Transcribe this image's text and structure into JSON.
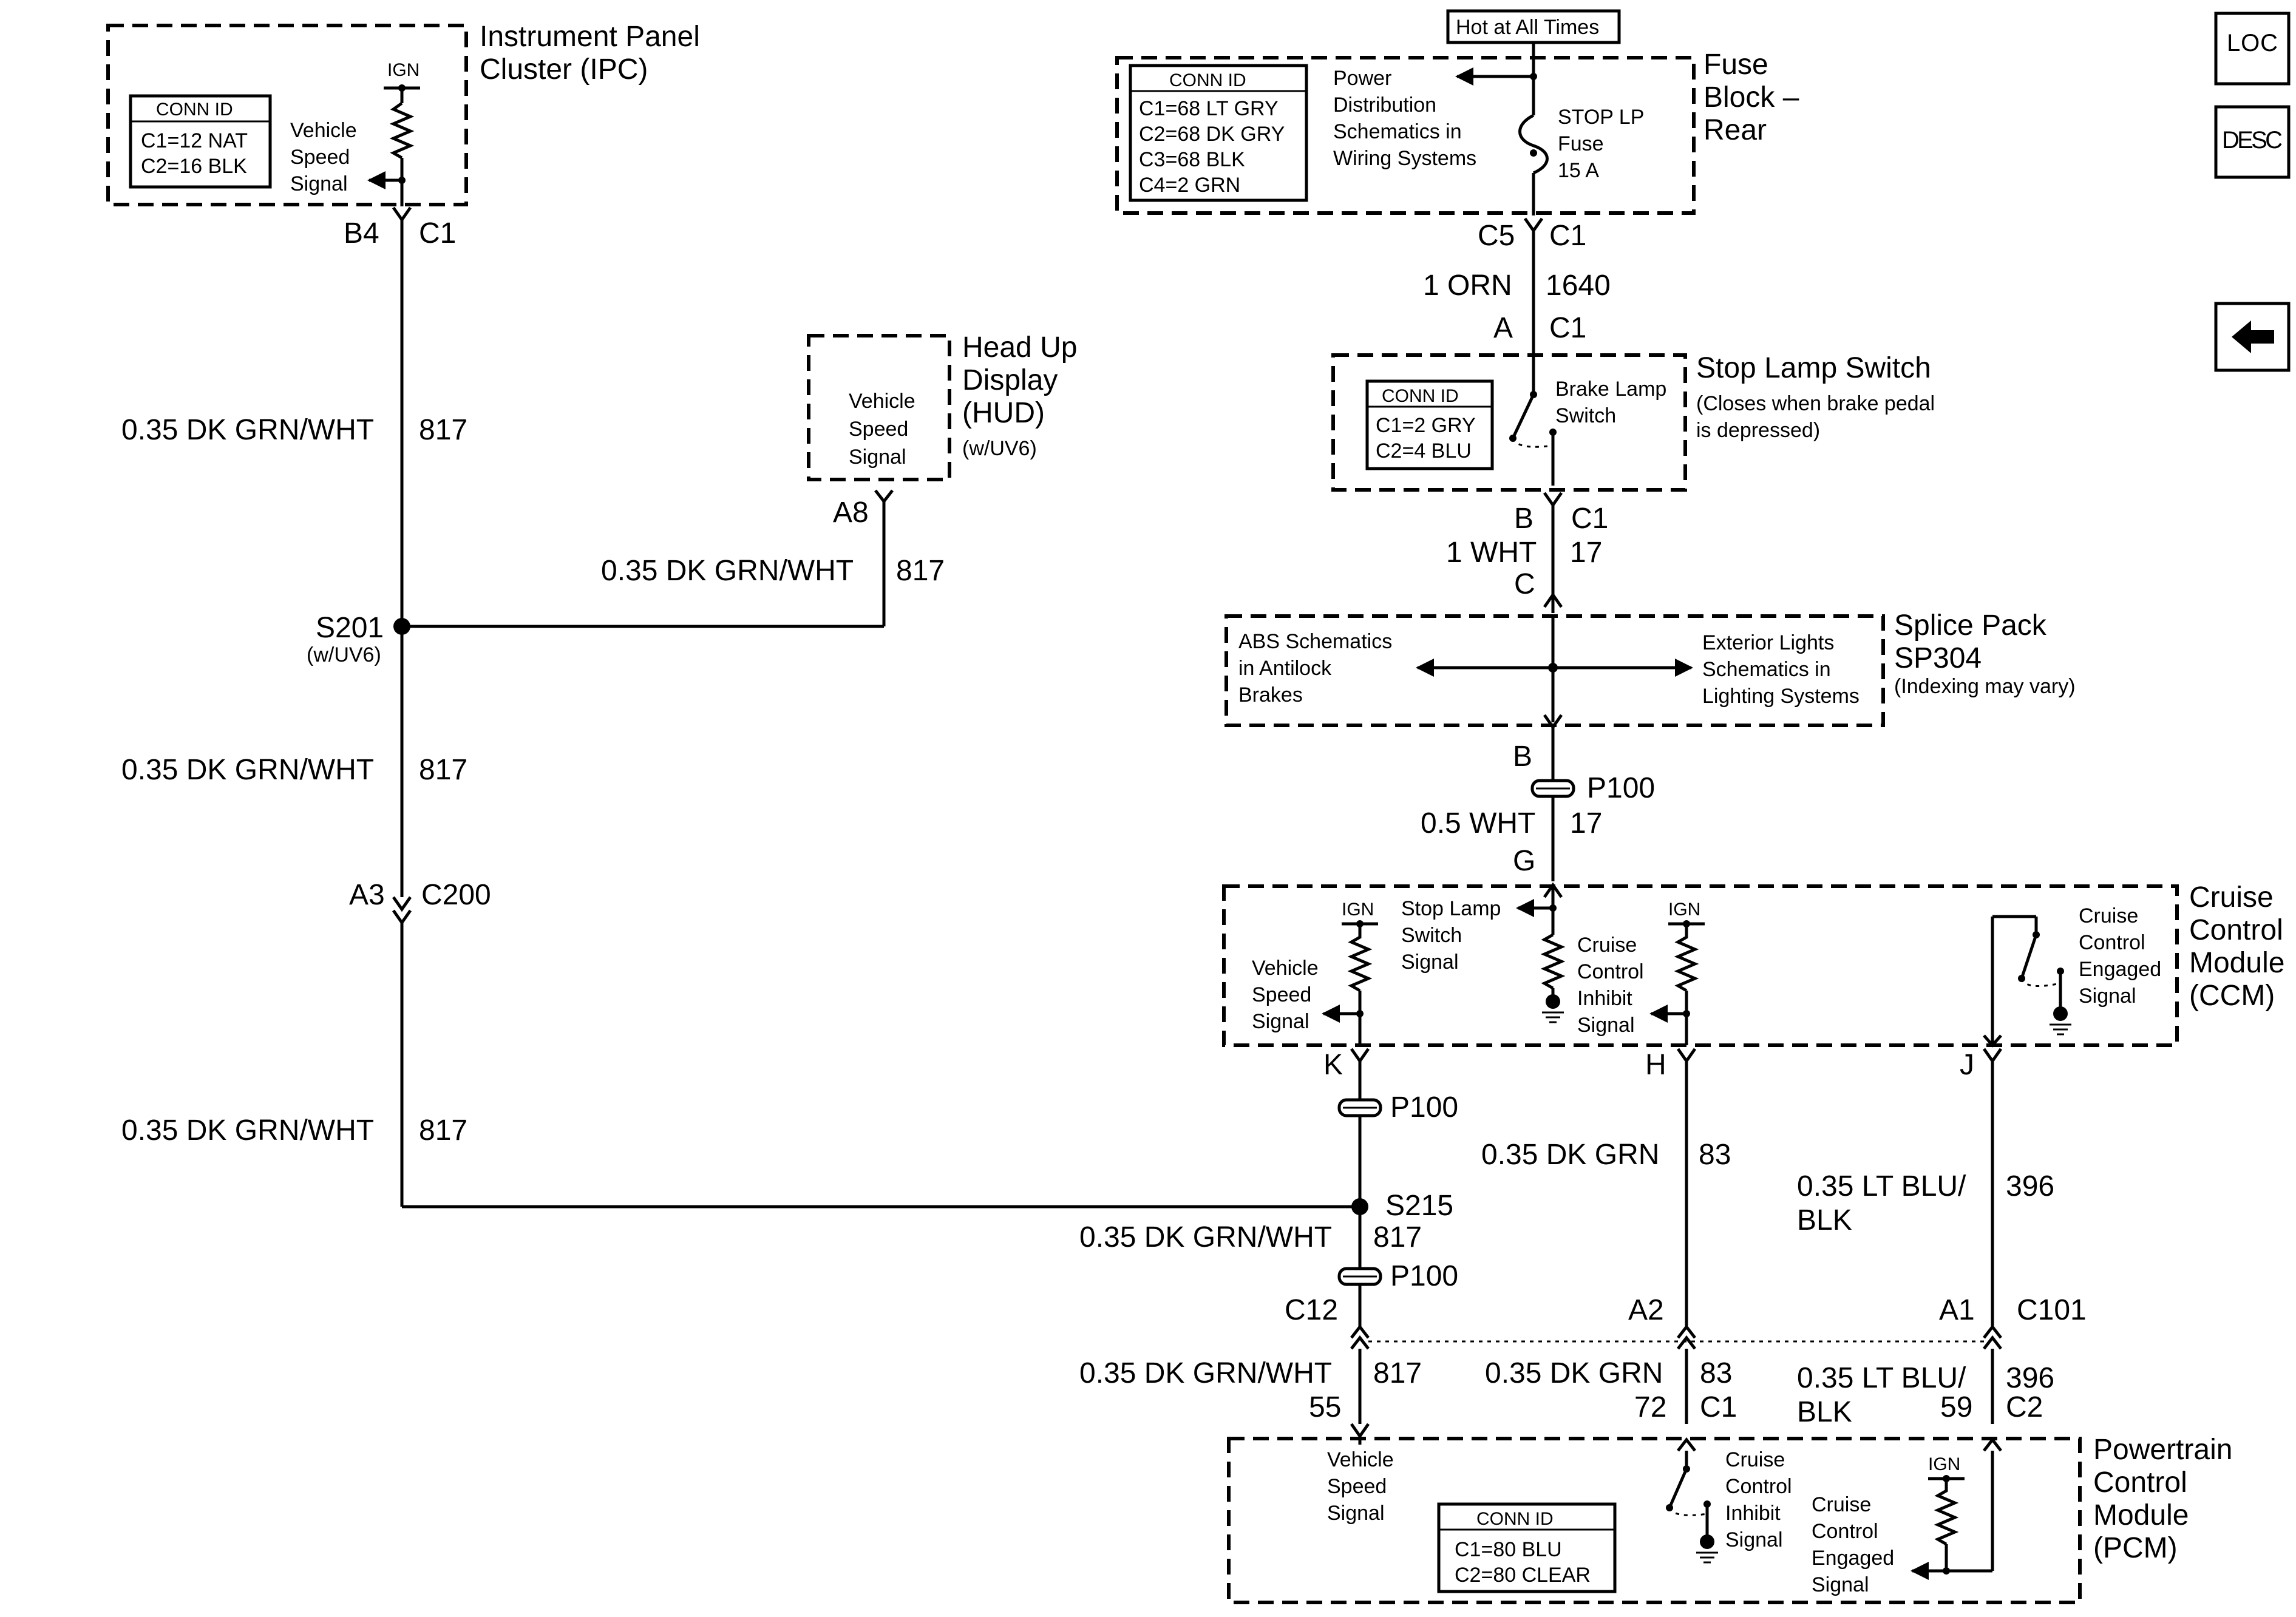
{
  "nav": {
    "loc_label": "LOC",
    "desc_label": "DESC",
    "back_icon": "arrow-left-icon"
  },
  "hot_at_all_times": "Hot at All Times",
  "ipc": {
    "title_line1": "Instrument Panel",
    "title_line2": "Cluster (IPC)",
    "conn_id_title": "CONN ID",
    "conn_c1": "C1=12 NAT",
    "conn_c2": "C2=16 BLK",
    "ign": "IGN",
    "signal_l1": "Vehicle",
    "signal_l2": "Speed",
    "signal_l3": "Signal",
    "pin": "B4",
    "conn": "C1"
  },
  "fuse_block": {
    "title_line1": "Fuse",
    "title_line2": "Block –",
    "title_line3": "Rear",
    "conn_id_title": "CONN ID",
    "conn_c1": "C1=68 LT GRY",
    "conn_c2": "C2=68 DK GRY",
    "conn_c3": "C3=68 BLK",
    "conn_c4": "C4=2 GRN",
    "pd_l1": "Power",
    "pd_l2": "Distribution",
    "pd_l3": "Schematics in",
    "pd_l4": "Wiring Systems",
    "fuse_l1": "STOP LP",
    "fuse_l2": "Fuse",
    "fuse_l3": "15 A",
    "pin": "C5",
    "conn": "C1"
  },
  "wire_1640": {
    "gauge": "1 ORN",
    "circuit": "1640"
  },
  "stop_lamp_switch": {
    "title": "Stop Lamp Switch",
    "note_l1": "(Closes when brake pedal",
    "note_l2": "is depressed)",
    "conn_id_title": "CONN ID",
    "conn_c1": "C1=2 GRY",
    "conn_c2": "C2=4 BLU",
    "switch_l1": "Brake Lamp",
    "switch_l2": "Switch",
    "pin_top": "A",
    "conn_top": "C1",
    "pin_bottom": "B",
    "conn_bottom": "C1"
  },
  "wire_17_upper": {
    "gauge": "1 WHT",
    "circuit": "17",
    "pin": "C"
  },
  "splice_pack": {
    "title_l1": "Splice Pack",
    "title_l2": "SP304",
    "note": "(Indexing may vary)",
    "abs_l1": "ABS Schematics",
    "abs_l2": "in Antilock",
    "abs_l3": "Brakes",
    "ext_l1": "Exterior Lights",
    "ext_l2": "Schematics in",
    "ext_l3": "Lighting Systems",
    "pin": "B"
  },
  "wire_17_lower": {
    "connector": "P100",
    "gauge": "0.5 WHT",
    "circuit": "17",
    "pin": "G"
  },
  "hud": {
    "title_l1": "Head Up",
    "title_l2": "Display",
    "title_l3": "(HUD)",
    "note": "(w/UV6)",
    "signal_l1": "Vehicle",
    "signal_l2": "Speed",
    "signal_l3": "Signal",
    "pin": "A8"
  },
  "wire_817_hud": {
    "gauge": "0.35 DK GRN/WHT",
    "circuit": "817"
  },
  "wire_817_a": {
    "gauge": "0.35 DK GRN/WHT",
    "circuit": "817"
  },
  "splice_s201": {
    "name": "S201",
    "note": "(w/UV6)"
  },
  "wire_817_b": {
    "gauge": "0.35 DK GRN/WHT",
    "circuit": "817"
  },
  "c200": {
    "pin": "A3",
    "conn": "C200"
  },
  "wire_817_c": {
    "gauge": "0.35 DK GRN/WHT",
    "circuit": "817"
  },
  "ccm": {
    "title_l1": "Cruise",
    "title_l2": "Control",
    "title_l3": "Module",
    "title_l4": "(CCM)",
    "ign_1": "IGN",
    "ign_2": "IGN",
    "vss_l1": "Vehicle",
    "vss_l2": "Speed",
    "vss_l3": "Signal",
    "sls_l1": "Stop Lamp",
    "sls_l2": "Switch",
    "sls_l3": "Signal",
    "cci_l1": "Cruise",
    "cci_l2": "Control",
    "cci_l3": "Inhibit",
    "cci_l4": "Signal",
    "cce_l1": "Cruise",
    "cce_l2": "Control",
    "cce_l3": "Engaged",
    "cce_l4": "Signal",
    "pin_k": "K",
    "pin_h": "H",
    "pin_j": "J"
  },
  "p100_k": {
    "connector": "P100"
  },
  "splice_s215": {
    "name": "S215"
  },
  "wire_817_d": {
    "gauge": "0.35 DK GRN/WHT",
    "circuit": "817"
  },
  "p100_lower": {
    "connector": "P100"
  },
  "wire_83_upper": {
    "gauge": "0.35 DK GRN",
    "circuit": "83"
  },
  "wire_396_upper": {
    "gauge_l1": "0.35 LT BLU/",
    "gauge_l2": "BLK",
    "circuit": "396"
  },
  "c101": {
    "pin_c12": "C12",
    "pin_a2": "A2",
    "pin_a1": "A1",
    "conn": "C101"
  },
  "wire_817_pcm": {
    "gauge": "0.35 DK GRN/WHT",
    "circuit": "817",
    "pin": "55"
  },
  "wire_83_pcm": {
    "gauge": "0.35 DK GRN",
    "circuit": "83",
    "pin": "72",
    "conn": "C1"
  },
  "wire_396_pcm": {
    "gauge_l1": "0.35 LT BLU/",
    "gauge_l2": "BLK",
    "circuit": "396",
    "pin": "59",
    "conn": "C2"
  },
  "pcm": {
    "title_l1": "Powertrain",
    "title_l2": "Control",
    "title_l3": "Module",
    "title_l4": "(PCM)",
    "vss_l1": "Vehicle",
    "vss_l2": "Speed",
    "vss_l3": "Signal",
    "conn_id_title": "CONN ID",
    "conn_c1": "C1=80 BLU",
    "conn_c2": "C2=80 CLEAR",
    "cci_l1": "Cruise",
    "cci_l2": "Control",
    "cci_l3": "Inhibit",
    "cci_l4": "Signal",
    "cce_l1": "Cruise",
    "cce_l2": "Control",
    "cce_l3": "Engaged",
    "cce_l4": "Signal",
    "ign": "IGN"
  }
}
